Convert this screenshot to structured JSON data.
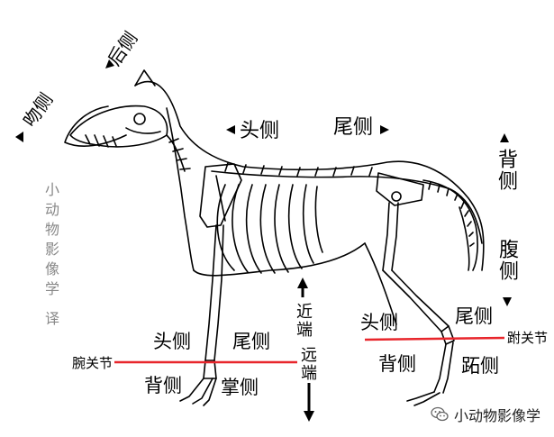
{
  "directions": {
    "rostral": "吻侧",
    "caudal_head": "后侧",
    "cranial": "头侧",
    "caudal": "尾侧",
    "dorsal": "背侧",
    "ventral": "腹侧",
    "proximal": "近端",
    "distal": "远端"
  },
  "forelimb": {
    "joint": "腕关节",
    "above_left": "头侧",
    "above_right": "尾侧",
    "below_left": "背侧",
    "below_right": "掌侧"
  },
  "hindlimb": {
    "joint": "跗关节",
    "above_left": "头侧",
    "above_right": "尾侧",
    "below_left": "背侧",
    "below_right": "跖侧"
  },
  "watermark": "小动物影像学 译",
  "brand": "小动物影像学",
  "colors": {
    "line": "#e8262c",
    "ink": "#000000",
    "watermark": "#888888"
  },
  "icons": {
    "wechat": "wechat-logo-icon"
  }
}
